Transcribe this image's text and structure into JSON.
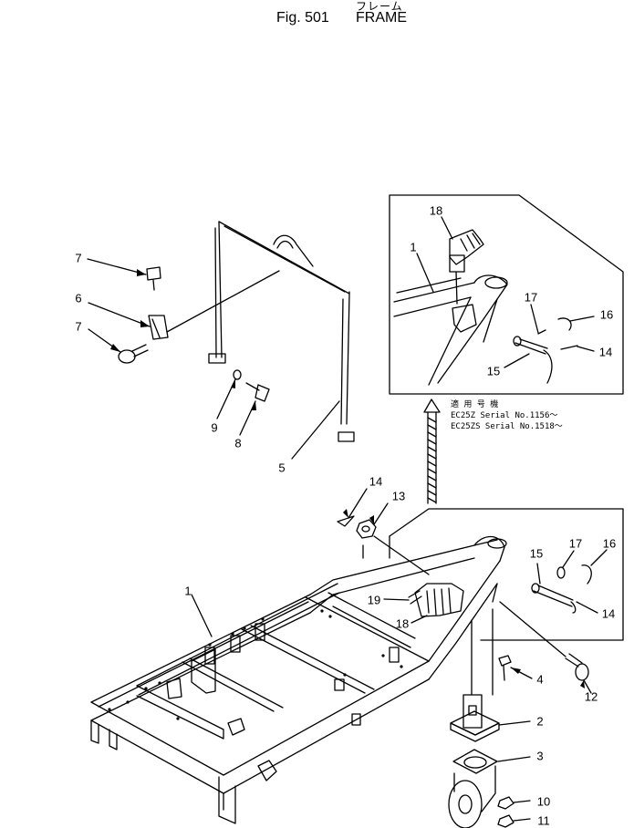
{
  "title": {
    "japanese": "フレーム",
    "figure": "Fig. 501",
    "name": "FRAME"
  },
  "serial_note": {
    "line1": "適 用 号 機",
    "line2": "EC25Z   Serial No.1156～",
    "line3": "EC25ZS  Serial No.1518～"
  },
  "callouts": [
    {
      "id": "c7a",
      "label": "7"
    },
    {
      "id": "c6",
      "label": "6"
    },
    {
      "id": "c7b",
      "label": "7"
    },
    {
      "id": "c9",
      "label": "9"
    },
    {
      "id": "c8",
      "label": "8"
    },
    {
      "id": "c5",
      "label": "5"
    },
    {
      "id": "c18a",
      "label": "18"
    },
    {
      "id": "c1a",
      "label": "1"
    },
    {
      "id": "c17a",
      "label": "17"
    },
    {
      "id": "c16a",
      "label": "16"
    },
    {
      "id": "c14a",
      "label": "14"
    },
    {
      "id": "c15a",
      "label": "15"
    },
    {
      "id": "c14b",
      "label": "14"
    },
    {
      "id": "c13",
      "label": "13"
    },
    {
      "id": "c15b",
      "label": "15"
    },
    {
      "id": "c17b",
      "label": "17"
    },
    {
      "id": "c16b",
      "label": "16"
    },
    {
      "id": "c1b",
      "label": "1"
    },
    {
      "id": "c19",
      "label": "19"
    },
    {
      "id": "c18b",
      "label": "18"
    },
    {
      "id": "c14c",
      "label": "14"
    },
    {
      "id": "c4",
      "label": "4"
    },
    {
      "id": "c12",
      "label": "12"
    },
    {
      "id": "c2",
      "label": "2"
    },
    {
      "id": "c3",
      "label": "3"
    },
    {
      "id": "c10",
      "label": "10"
    },
    {
      "id": "c11",
      "label": "11"
    }
  ],
  "colors": {
    "ink": "#000000",
    "paper": "#ffffff"
  }
}
